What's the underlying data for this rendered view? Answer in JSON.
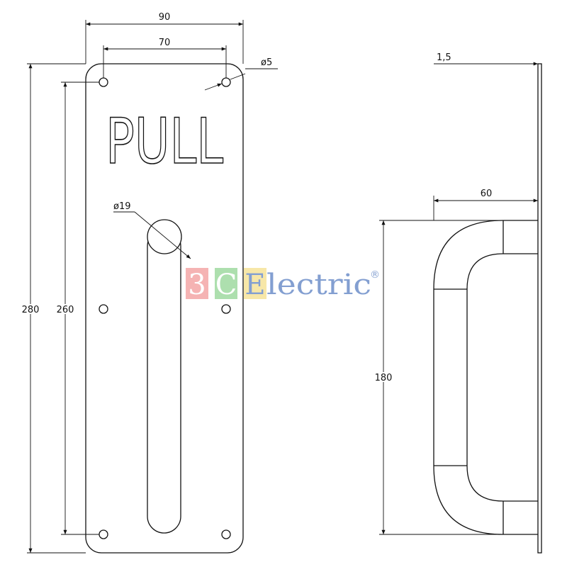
{
  "plate": {
    "label": "PULL",
    "dimensions": {
      "overall_width": "90",
      "hole_spacing_x": "70",
      "hole_diameter": "ø5",
      "handle_diameter": "ø19",
      "overall_height": "280",
      "hole_spacing_y": "260"
    }
  },
  "side_view": {
    "dimensions": {
      "plate_thickness": "1,5",
      "handle_projection": "60",
      "handle_length": "180"
    }
  },
  "watermark": {
    "parts": [
      {
        "text": "3",
        "box_color": "#f4a6a6",
        "text_color": "#ffffff"
      },
      {
        "text": "C",
        "box_color": "#9fdaa0",
        "text_color": "#ffffff"
      },
      {
        "text": "E",
        "box_color": "#f6e39a",
        "text_color": "#6e8fc9"
      }
    ],
    "rest": "lectric",
    "registered": "®",
    "text_color": "#6e8fc9"
  }
}
